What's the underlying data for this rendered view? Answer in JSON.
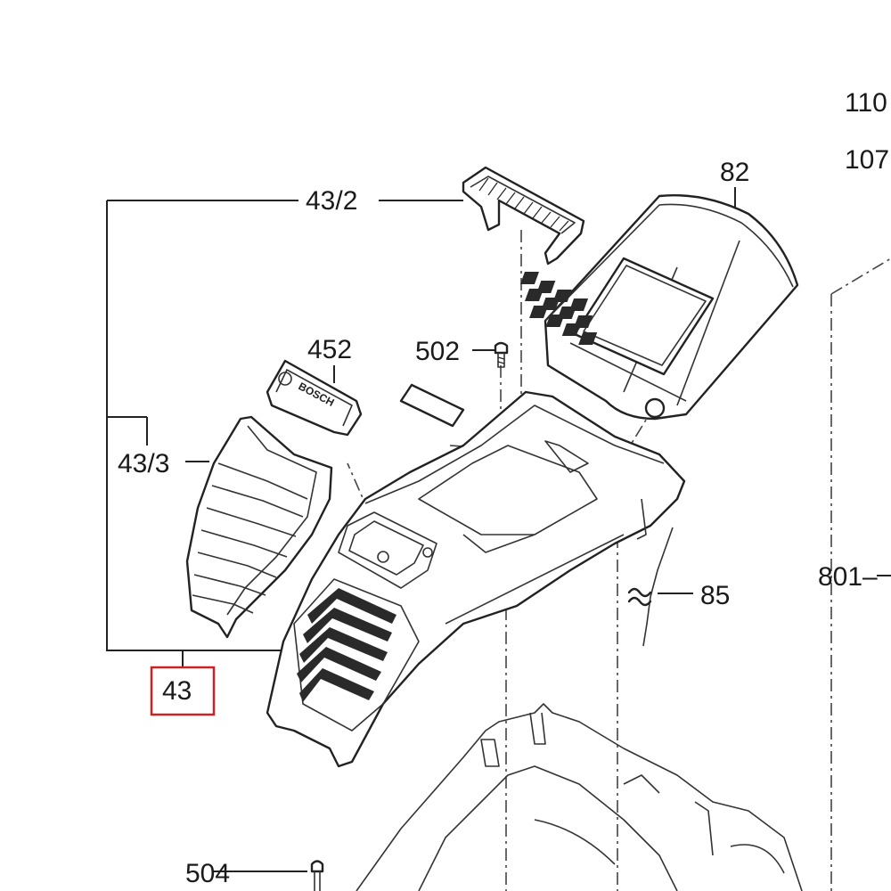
{
  "labels": {
    "l_43_2": "43/2",
    "l_82": "82",
    "l_452": "452",
    "l_502": "502",
    "l_43_3": "43/3",
    "l_85": "85",
    "l_43": "43",
    "l_801": "801–",
    "l_110": "110",
    "l_107": "107",
    "l_504": "504"
  },
  "brand_text": "BOSCH",
  "colors": {
    "highlight_box": "#cc2222",
    "line": "#222222"
  }
}
